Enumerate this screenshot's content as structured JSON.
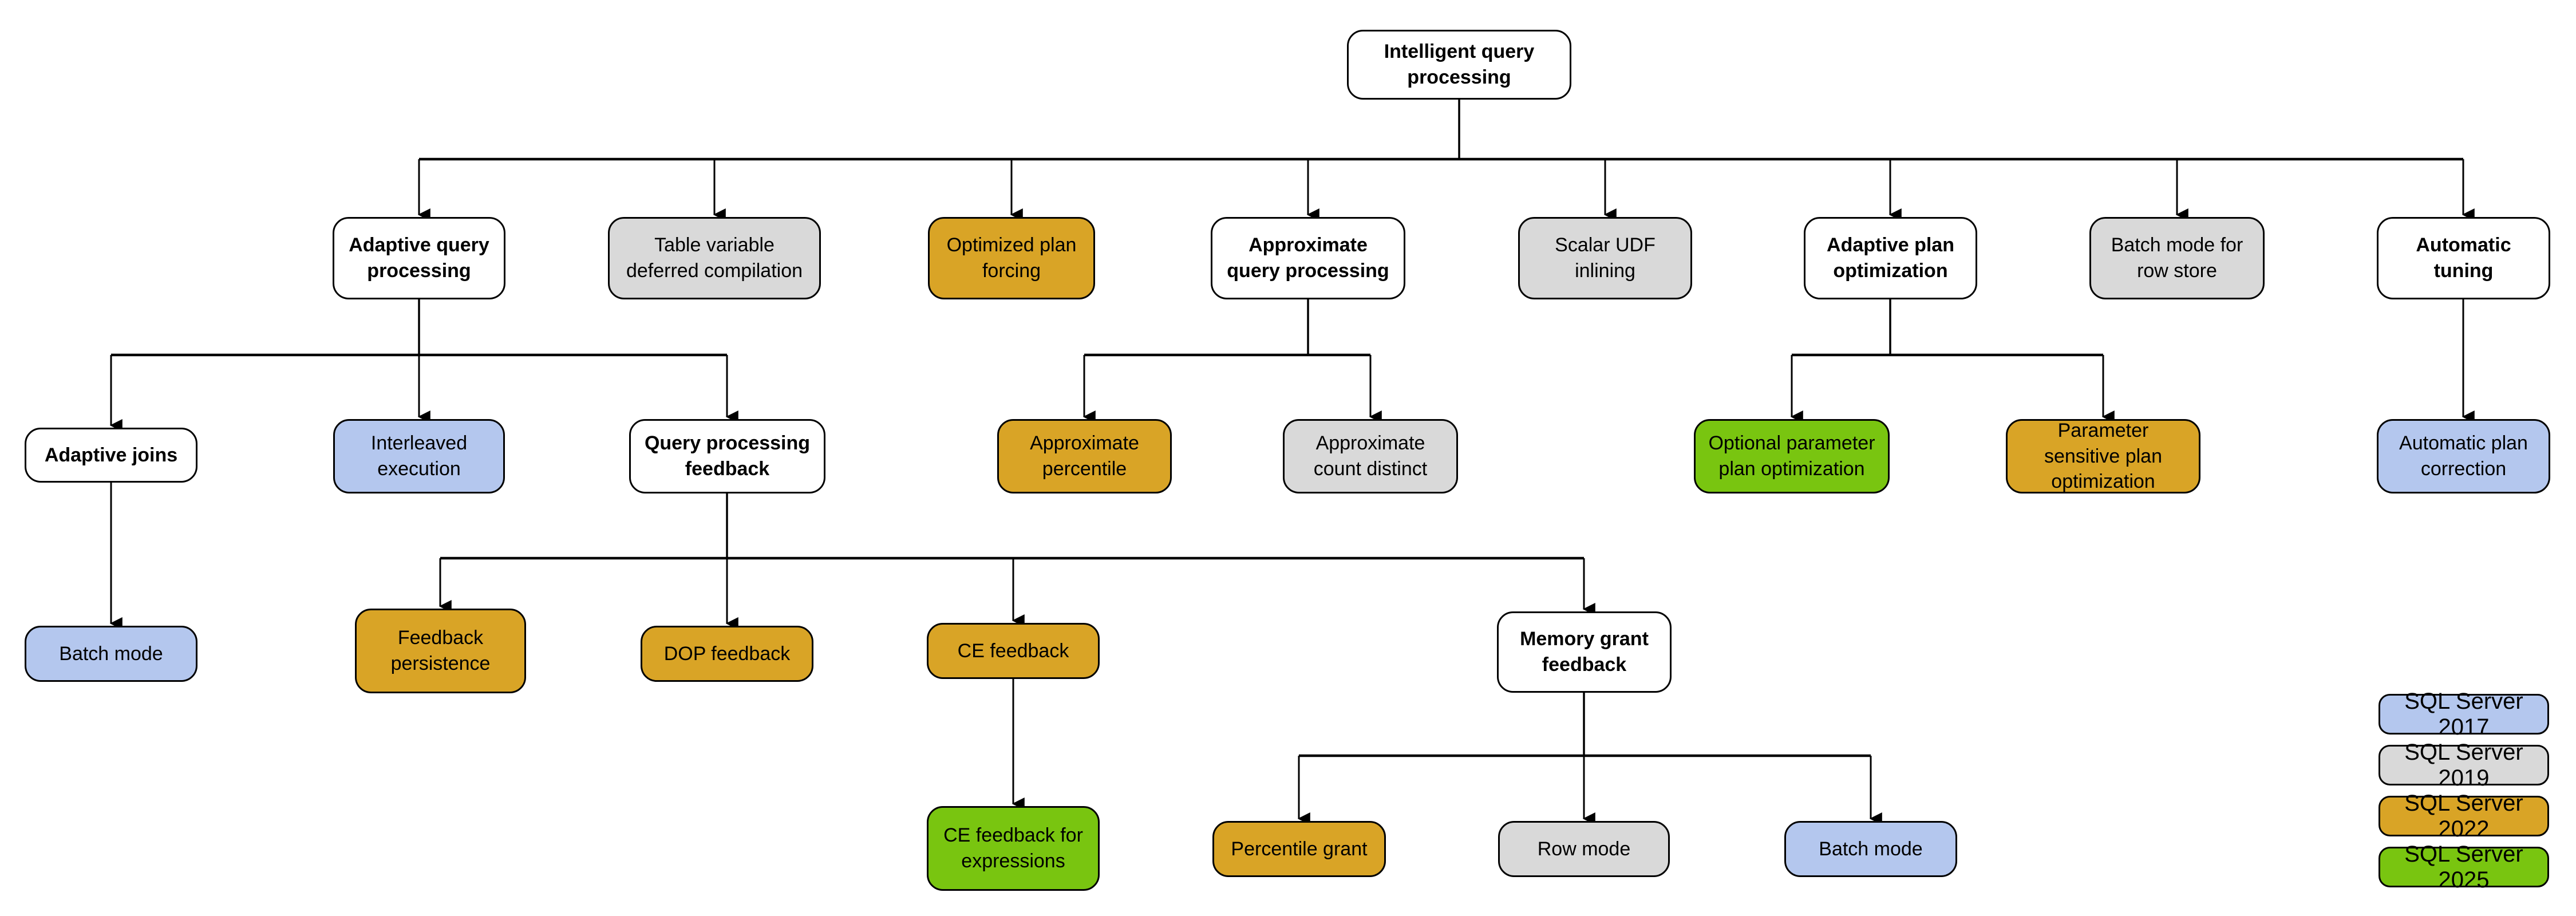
{
  "diagram_title": "Intelligent query processing",
  "palette": {
    "sql2017": "#b4c7ee",
    "sql2019": "#d9d9d9",
    "sql2022": "#d9a426",
    "sql2025": "#79c510",
    "parent": "#ffffff",
    "border": "#000000",
    "text": "#000000"
  },
  "nodes": {
    "root": {
      "label": "Intelligent query processing",
      "version": "parent"
    },
    "aqp": {
      "label": "Adaptive query processing",
      "version": "parent"
    },
    "tvdc": {
      "label": "Table variable deferred compilation",
      "version": "sql2019"
    },
    "opf": {
      "label": "Optimized plan forcing",
      "version": "sql2022"
    },
    "apqp": {
      "label": "Approximate query processing",
      "version": "parent"
    },
    "sui": {
      "label": "Scalar UDF inlining",
      "version": "sql2019"
    },
    "apo": {
      "label": "Adaptive plan optimization",
      "version": "parent"
    },
    "bmrs": {
      "label": "Batch mode for row store",
      "version": "sql2019"
    },
    "at": {
      "label": "Automatic tuning",
      "version": "parent"
    },
    "aj": {
      "label": "Adaptive joins",
      "version": "parent"
    },
    "ie": {
      "label": "Interleaved execution",
      "version": "sql2017"
    },
    "qpf": {
      "label": "Query processing feedback",
      "version": "parent"
    },
    "ap": {
      "label": "Approximate percentile",
      "version": "sql2022"
    },
    "acd": {
      "label": "Approximate count distinct",
      "version": "sql2019"
    },
    "oppo": {
      "label": "Optional parameter plan optimization",
      "version": "sql2025"
    },
    "pspo": {
      "label": "Parameter sensitive plan optimization",
      "version": "sql2022"
    },
    "apc": {
      "label": "Automatic plan correction",
      "version": "sql2017"
    },
    "bm1": {
      "label": "Batch mode",
      "version": "sql2017"
    },
    "fp": {
      "label": "Feedback persistence",
      "version": "sql2022"
    },
    "dop": {
      "label": "DOP feedback",
      "version": "sql2022"
    },
    "cef": {
      "label": "CE feedback",
      "version": "sql2022"
    },
    "mgf": {
      "label": "Memory grant feedback",
      "version": "parent"
    },
    "cefe": {
      "label": "CE feedback for expressions",
      "version": "sql2025"
    },
    "pg": {
      "label": "Percentile grant",
      "version": "sql2022"
    },
    "rm": {
      "label": "Row mode",
      "version": "sql2019"
    },
    "bm2": {
      "label": "Batch mode",
      "version": "sql2017"
    }
  },
  "legend": {
    "items": [
      {
        "label": "SQL Server 2017",
        "version": "sql2017"
      },
      {
        "label": "SQL Server 2019",
        "version": "sql2019"
      },
      {
        "label": "SQL Server 2022",
        "version": "sql2022"
      },
      {
        "label": "SQL Server 2025",
        "version": "sql2025"
      }
    ]
  }
}
